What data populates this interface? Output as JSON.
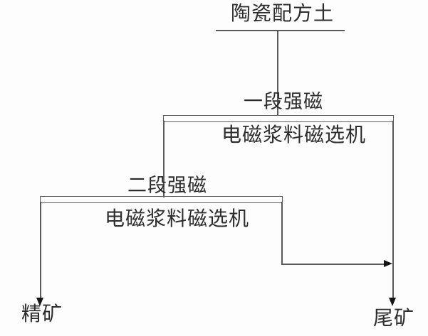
{
  "diagram": {
    "title": "陶瓷配方土",
    "stage1": {
      "label": "一段强磁",
      "machine": "电磁浆料磁选机"
    },
    "stage2": {
      "label": "二段强磁",
      "machine": "电磁浆料磁选机"
    },
    "outputs": {
      "concentrate": "精矿",
      "tailings": "尾矿"
    },
    "colors": {
      "line": "#595959",
      "arrow": "#151515",
      "text": "#2d2d2d",
      "background": "#fdfdfd"
    }
  }
}
